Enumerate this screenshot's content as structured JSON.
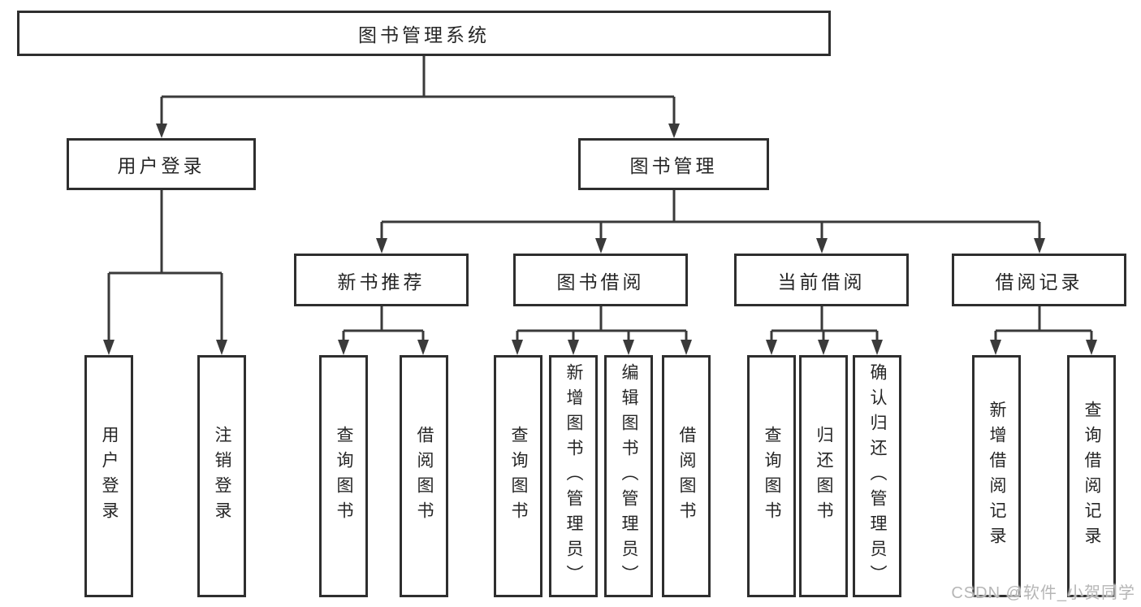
{
  "diagram": {
    "root": {
      "label": "图书管理系统"
    },
    "level2": [
      {
        "label": "用户登录"
      },
      {
        "label": "图书管理"
      }
    ],
    "level3": [
      {
        "label": "新书推荐"
      },
      {
        "label": "图书借阅"
      },
      {
        "label": "当前借阅"
      },
      {
        "label": "借阅记录"
      }
    ],
    "leaves": {
      "user_login": [
        {
          "label": "用户登录"
        },
        {
          "label": "注销登录"
        }
      ],
      "new_book": [
        {
          "label": "查询图书"
        },
        {
          "label": "借阅图书"
        }
      ],
      "book_borrow": [
        {
          "label": "查询图书"
        },
        {
          "label": "新增图书（管理员）"
        },
        {
          "label": "编辑图书（管理员）"
        },
        {
          "label": "借阅图书"
        }
      ],
      "current_borrow": [
        {
          "label": "查询图书"
        },
        {
          "label": "归还图书"
        },
        {
          "label": "确认归还（管理员）"
        }
      ],
      "borrow_record": [
        {
          "label": "新增借阅记录"
        },
        {
          "label": "查询借阅记录"
        }
      ]
    }
  },
  "watermark": {
    "text": "CSDN @软件_小贺同学"
  },
  "colors": {
    "line": "#3a3a3a",
    "border": "#2e2e2e",
    "text": "#262626",
    "watermark": "#b6b6b6"
  }
}
